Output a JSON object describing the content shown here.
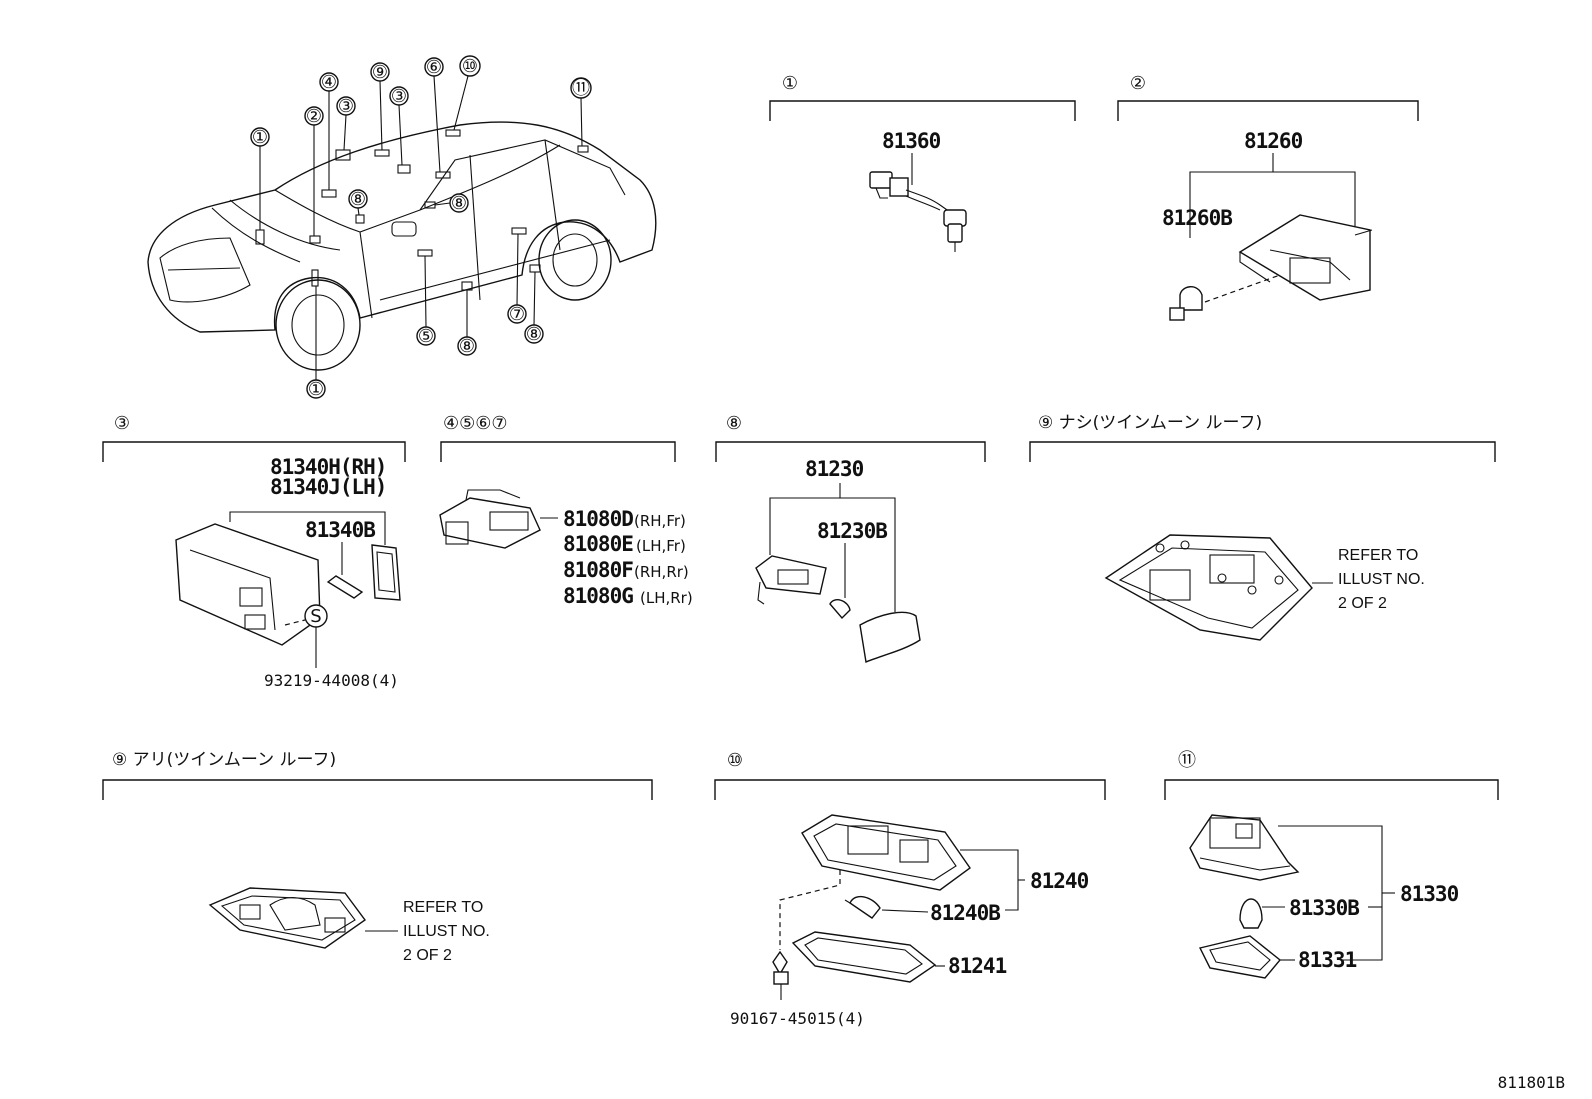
{
  "sections": {
    "s1": {
      "header": "①",
      "parts": {
        "p1": "81360"
      }
    },
    "s2": {
      "header": "②",
      "parts": {
        "p1": "81260",
        "p2": "81260B"
      }
    },
    "s3": {
      "header": "③",
      "parts": {
        "p1": "81340H(RH)",
        "p2": "81340J(LH)",
        "p3": "81340B",
        "s": "S",
        "p4": "93219-44008(4)"
      }
    },
    "s4567": {
      "header": "④⑤⑥⑦",
      "parts": {
        "p1": "81080D",
        "p1s": "(RH,Fr)",
        "p2": "81080E",
        "p2s": "(LH,Fr)",
        "p3": "81080F",
        "p3s": "(RH,Rr)",
        "p4": "81080G",
        "p4s": "(LH,Rr)"
      }
    },
    "s8": {
      "header": "⑧",
      "parts": {
        "p1": "81230",
        "p2": "81230B"
      }
    },
    "s9a": {
      "header": "⑨ ナシ(ツインムーン ルーフ)",
      "refer": [
        "REFER TO",
        "ILLUST NO.",
        "2 OF 2"
      ]
    },
    "s9b": {
      "header": "⑨ アリ(ツインムーン ルーフ)",
      "refer": [
        "REFER TO",
        "ILLUST NO.",
        "2 OF 2"
      ]
    },
    "s10": {
      "header": "⑩",
      "parts": {
        "p1": "81240",
        "p2": "81240B",
        "p3": "81241",
        "p4": "90167-45015(4)"
      }
    },
    "s11": {
      "header": "⑪",
      "parts": {
        "p1": "81330",
        "p2": "81330B",
        "p3": "81331"
      }
    }
  },
  "car_callouts": {
    "c1a": "①",
    "c1b": "①",
    "c2": "②",
    "c3a": "③",
    "c3b": "③",
    "c4": "④",
    "c5": "⑤",
    "c6": "⑥",
    "c7": "⑦",
    "c8a": "⑧",
    "c8b": "⑧",
    "c8c": "⑧",
    "c8d": "⑧",
    "c9": "⑨",
    "c10": "⑩",
    "c11": "⑪"
  },
  "illustration_code": "811801B"
}
